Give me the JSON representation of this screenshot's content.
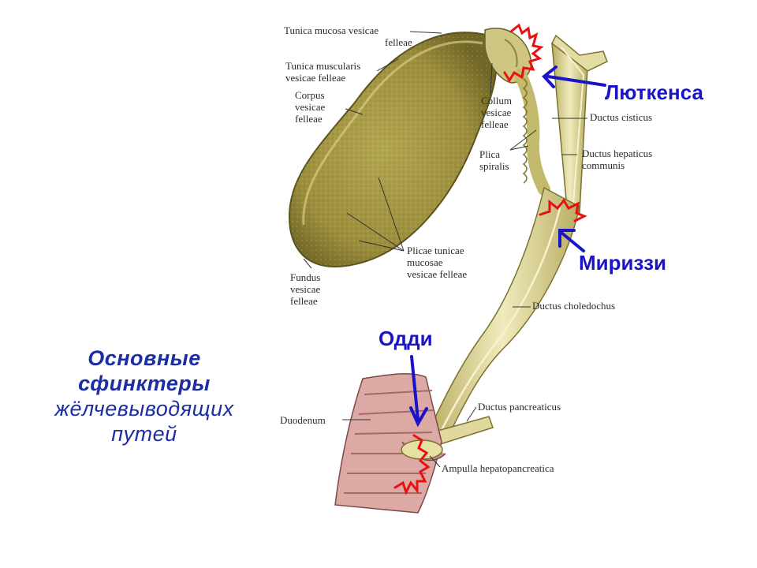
{
  "caption": {
    "line1": "Основные",
    "line2": "сфинктеры",
    "line3": "жёлчевыводящих",
    "line4": "путей"
  },
  "sphincters": {
    "lutkens": "Люткенса",
    "mirizzi": "Мириззи",
    "oddi": "Одди"
  },
  "labels": {
    "tunica_mucosa_1": "Tunica mucosa vesicae",
    "tunica_mucosa_2": "felleae",
    "tunica_muscularis_1": "Tunica muscularis",
    "tunica_muscularis_2": "vesicae felleae",
    "corpus_1": "Corpus",
    "corpus_2": "vesicae",
    "corpus_3": "felleae",
    "collum_1": "Collum",
    "collum_2": "vesicae",
    "collum_3": "felleae",
    "plica_1": "Plica",
    "plica_2": "spiralis",
    "ductus_cisticus": "Ductus cisticus",
    "ductus_hepaticus_1": "Ductus hepaticus",
    "ductus_hepaticus_2": "communis",
    "plicae_1": "Plicae tunicae",
    "plicae_2": "mucosae",
    "plicae_3": "vesicae felleae",
    "fundus_1": "Fundus",
    "fundus_2": "vesicae",
    "fundus_3": "felleae",
    "choledochus": "Ductus choledochus",
    "duodenum": "Duodenum",
    "pancreaticus": "Ductus pancreaticus",
    "ampulla": "Ampulla hepatopancreatica"
  },
  "colors": {
    "sphincter_text": "#1a14c8",
    "caption_text": "#1d2da3",
    "sphincter_mark": "#e81010",
    "arrow": "#1a14c8",
    "gallbladder": "#a99a45",
    "duct": "#dcd59a",
    "duodenum": "#d9a2a0"
  }
}
